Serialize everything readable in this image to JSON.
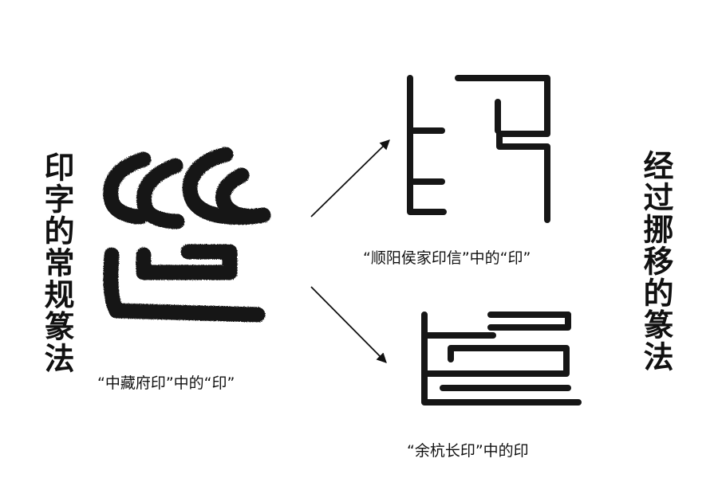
{
  "titles": {
    "left": "印字的常规篆法",
    "right": "经过挪移的篆法"
  },
  "captions": {
    "main": "“中藏府印”中的“印”",
    "top": "“顺阳侯家印信”中的“印”",
    "bottom": "“余杭长印”中的印"
  },
  "colors": {
    "ink": "#151515",
    "background": "#ffffff"
  }
}
